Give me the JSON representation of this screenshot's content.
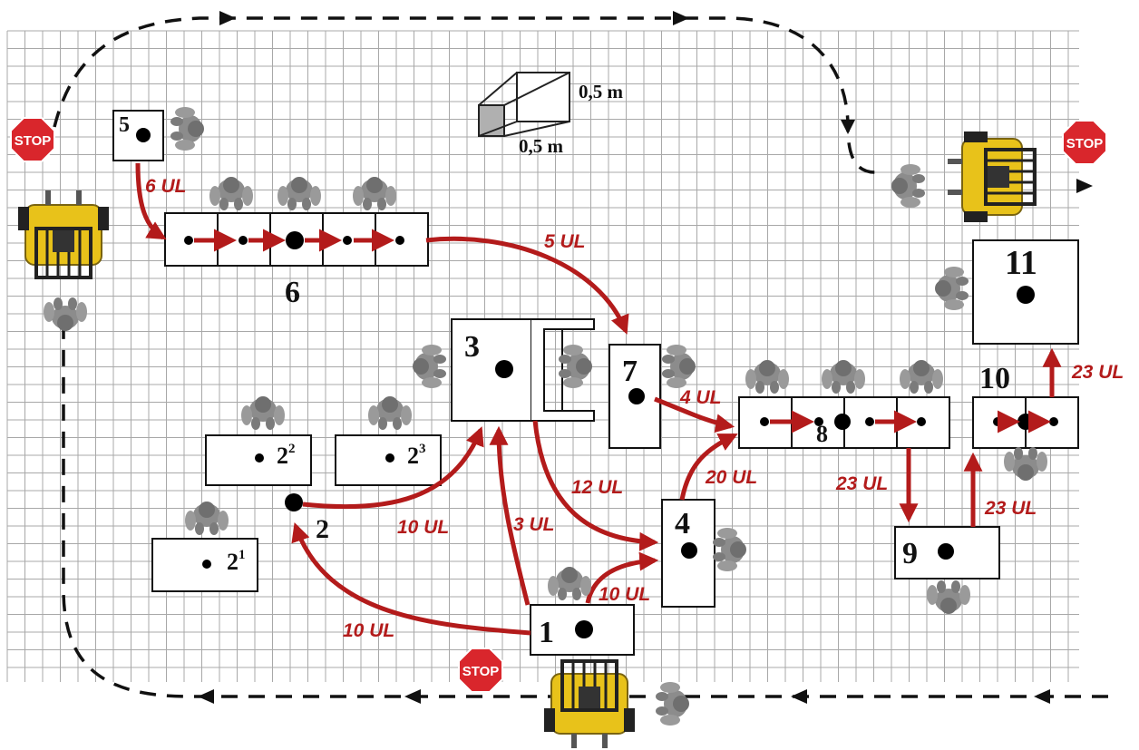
{
  "scale": {
    "height_label": "0,5 m",
    "width_label": "0,5 m"
  },
  "stations": [
    {
      "id": "s1",
      "label": "1"
    },
    {
      "id": "s2",
      "label": "2"
    },
    {
      "id": "s2_1",
      "label": "2",
      "sup": "1"
    },
    {
      "id": "s2_2",
      "label": "2",
      "sup": "2"
    },
    {
      "id": "s2_3",
      "label": "2",
      "sup": "3"
    },
    {
      "id": "s3",
      "label": "3"
    },
    {
      "id": "s4",
      "label": "4"
    },
    {
      "id": "s5",
      "label": "5"
    },
    {
      "id": "s6",
      "label": "6"
    },
    {
      "id": "s7",
      "label": "7"
    },
    {
      "id": "s8",
      "label": "8"
    },
    {
      "id": "s9",
      "label": "9"
    },
    {
      "id": "s10",
      "label": "10"
    },
    {
      "id": "s11",
      "label": "11"
    }
  ],
  "flows": [
    {
      "from": "5",
      "to": "6",
      "label": "6 UL"
    },
    {
      "from": "6",
      "to": "7",
      "label": "5 UL"
    },
    {
      "from": "7",
      "to": "8",
      "label": "4 UL"
    },
    {
      "from": "1",
      "to": "2",
      "label": "10 UL"
    },
    {
      "from": "2",
      "to": "3",
      "label": "10 UL"
    },
    {
      "from": "1",
      "to": "3",
      "label": "3 UL"
    },
    {
      "from": "3",
      "to": "4",
      "label": "12 UL"
    },
    {
      "from": "1",
      "to": "4",
      "label": "10 UL"
    },
    {
      "from": "4",
      "to": "8",
      "label": "20 UL"
    },
    {
      "from": "8",
      "to": "9",
      "label": "23 UL"
    },
    {
      "from": "9",
      "to": "10",
      "label": "23 UL"
    },
    {
      "from": "10",
      "to": "11",
      "label": "23 UL"
    }
  ],
  "stop_signs": [
    "STOP",
    "STOP",
    "STOP"
  ],
  "colors": {
    "flow": "#b31b1b",
    "grid": "#a8a8a8",
    "route": "#111111",
    "stop": "#d9262c",
    "forklift": "#e8c21a"
  }
}
